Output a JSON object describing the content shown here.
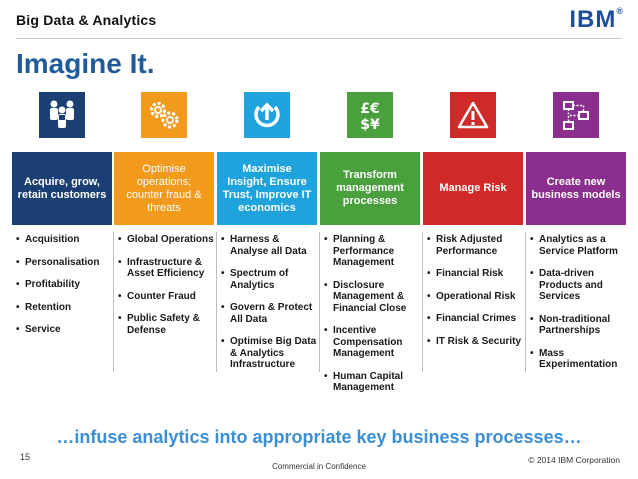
{
  "header": {
    "brand": "Big Data & Analytics",
    "company_logo": "IBM",
    "title": "Imagine It."
  },
  "columns": [
    {
      "icon": "people-icon",
      "color": "#1c3f73",
      "header": "Acquire, grow, retain customers",
      "items": [
        "Acquisition",
        "Personalisation",
        "Profitability",
        "Retention",
        "Service"
      ]
    },
    {
      "icon": "gears-icon",
      "color": "#f29a1b",
      "header": "Optimise operations; counter fraud & threats",
      "items": [
        "Global Operations",
        "Infrastructure & Asset Efficiency",
        "Counter Fraud",
        "Public Safety & Defense"
      ]
    },
    {
      "icon": "upload-icon",
      "color": "#1fa3dd",
      "header": "Maximise Insight, Ensure Trust, Improve IT economics",
      "items": [
        "Harness & Analyse all Data",
        "Spectrum of Analytics",
        "Govern & Protect All Data",
        "Optimise Big Data & Analytics Infrastructure"
      ]
    },
    {
      "icon": "currency-icon",
      "color": "#4aa03c",
      "header": "Transform management processes",
      "items": [
        "Planning & Performance Management",
        "Disclosure Management & Financial Close",
        "Incentive Compensation Management",
        "Human Capital Management"
      ]
    },
    {
      "icon": "warning-icon",
      "color": "#cf2a27",
      "header": "Manage Risk",
      "items": [
        "Risk Adjusted Performance",
        "Financial Risk",
        "Operational Risk",
        "Financial Crimes",
        "IT Risk & Security"
      ]
    },
    {
      "icon": "flowchart-icon",
      "color": "#8a2f8d",
      "header": "Create new business models",
      "items": [
        "Analytics as a Service Platform",
        "Data-driven Products and Services",
        "Non-traditional Partnerships",
        "Mass Experimentation"
      ]
    }
  ],
  "tagline": "…infuse analytics into appropriate key business processes…",
  "footer": {
    "page_number": "15",
    "confidentiality": "Commercial in Confidence",
    "copyright": "© 2014 IBM Corporation"
  }
}
